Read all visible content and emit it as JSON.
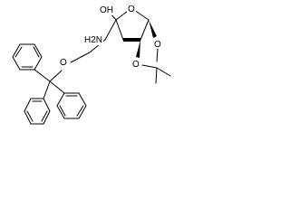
{
  "structure": {
    "atoms": {
      "hydroxyl": "OH",
      "amino": "H2N",
      "ring_oxygen": "O",
      "dioxolane_oxygen_upper": "O",
      "dioxolane_oxygen_lower": "O",
      "ether_oxygen": "O"
    }
  },
  "colors": {
    "bond": "#000000",
    "background": "#ffffff"
  }
}
